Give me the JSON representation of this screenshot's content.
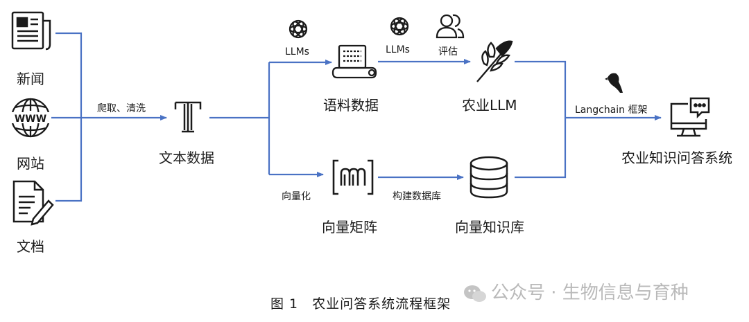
{
  "sources": {
    "news": "新闻",
    "website": "网站",
    "document": "文档"
  },
  "center": {
    "text_data": "文本数据",
    "crawl_label": "爬取、清洗"
  },
  "upper": {
    "llms_1": "LLMs",
    "corpus": "语料数据",
    "llms_2": "LLMs",
    "evaluate": "评估",
    "agri_llm": "农业LLM"
  },
  "lower": {
    "vectorize": "向量化",
    "matrix": "向量矩阵",
    "build_db": "构建数据库",
    "knowledge_base": "向量知识库"
  },
  "output": {
    "framework_label": "Langchain 框架",
    "system": "农业知识问答系统"
  },
  "caption": "图 1　农业问答系统流程框架",
  "watermark": "公众号 · 生物信息与育种",
  "colors": {
    "arrow": "#4a72c4",
    "icon": "#1a1a1a",
    "watermark": "#b9b9b9"
  }
}
